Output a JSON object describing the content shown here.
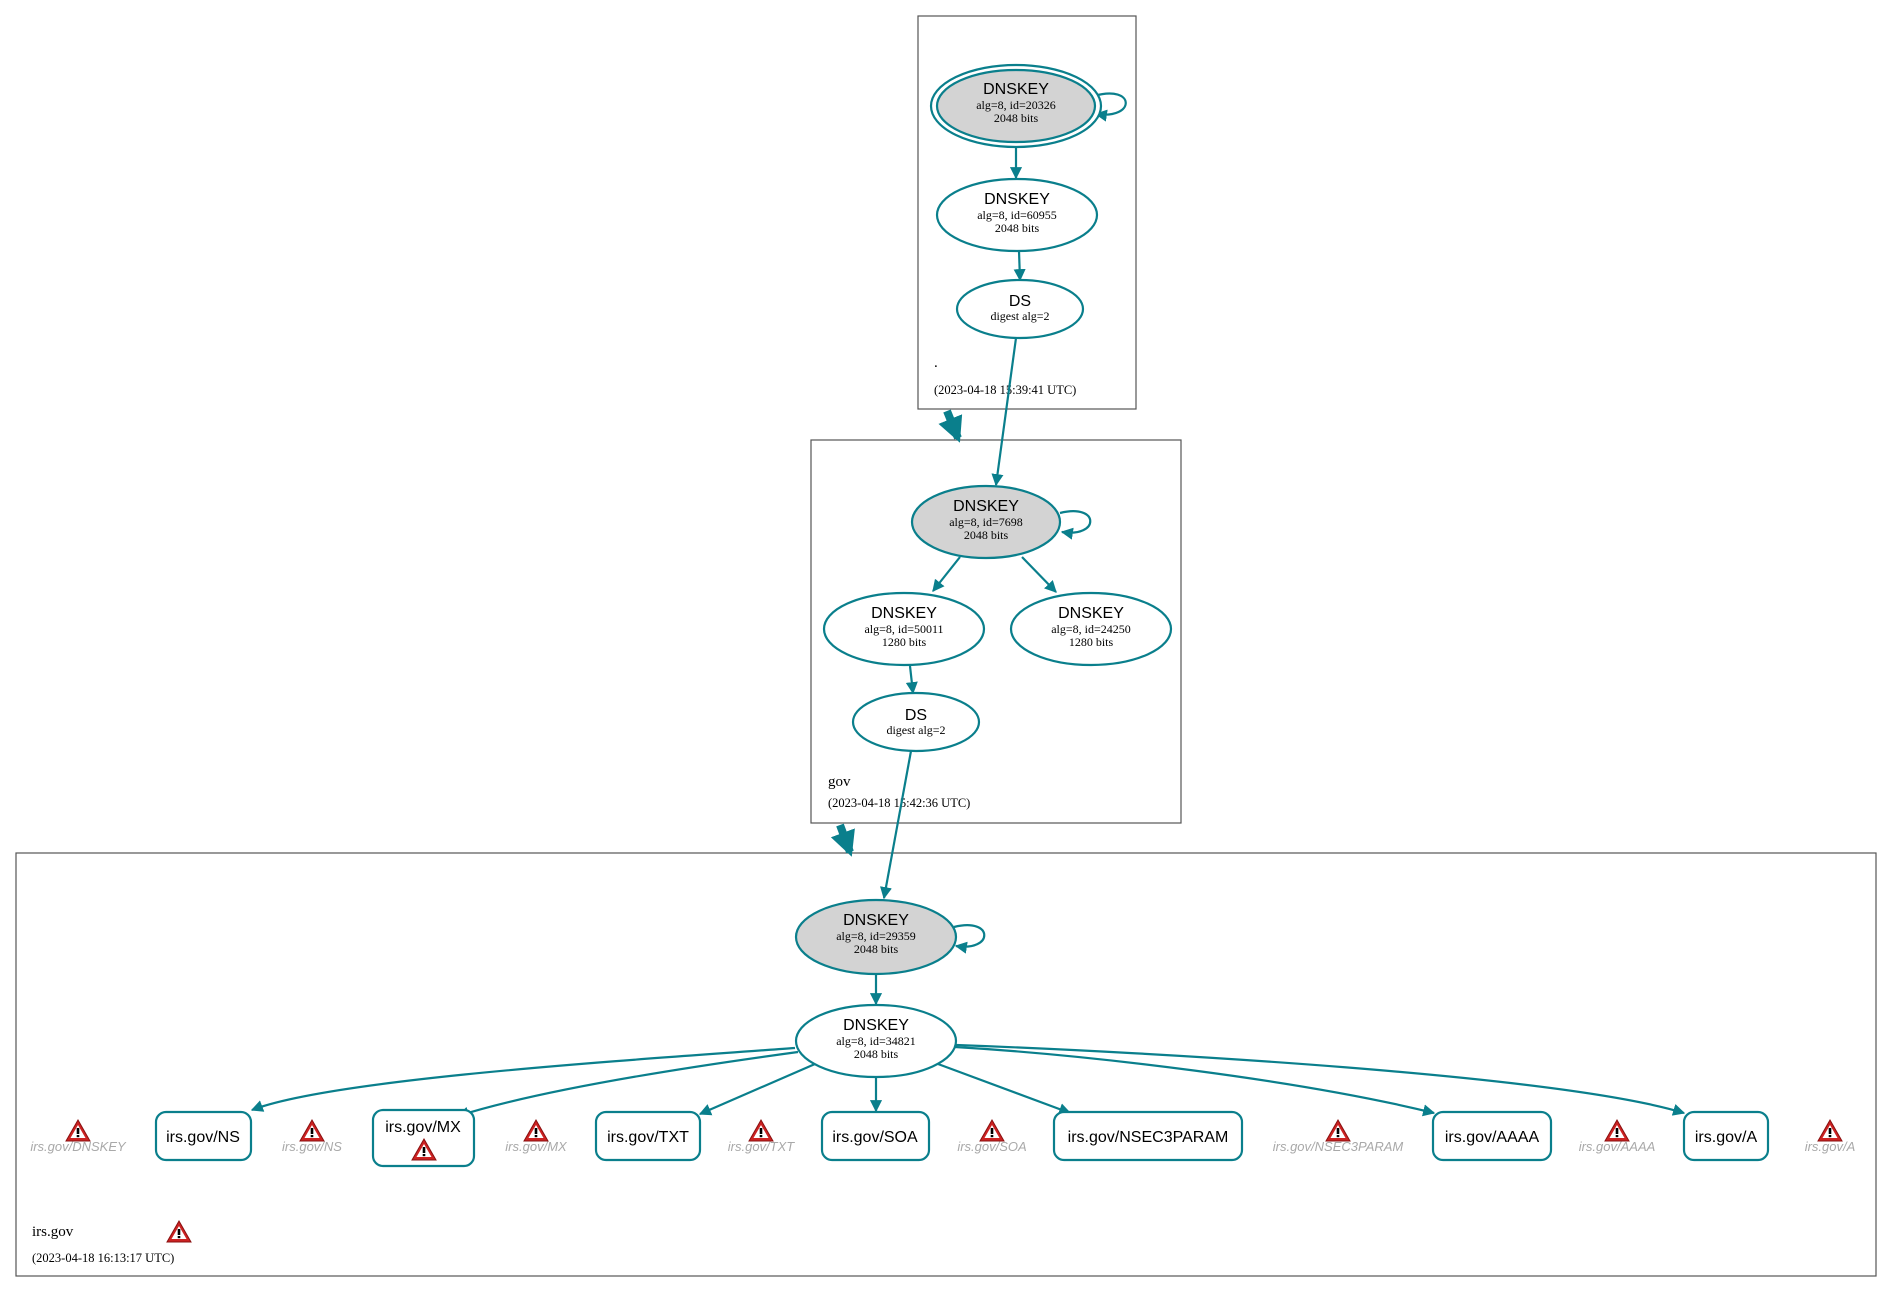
{
  "zones": {
    "root": {
      "name": ".",
      "time": "(2023-04-18 15:39:41 UTC)"
    },
    "gov": {
      "name": "gov",
      "time": "(2023-04-18 15:42:36 UTC)"
    },
    "irs": {
      "name": "irs.gov",
      "time": "(2023-04-18 16:13:17 UTC)"
    }
  },
  "nodes": {
    "root_ksk": {
      "type": "DNSKEY",
      "l1": "alg=8, id=20326",
      "l2": "2048 bits"
    },
    "root_zsk": {
      "type": "DNSKEY",
      "l1": "alg=8, id=60955",
      "l2": "2048 bits"
    },
    "root_ds": {
      "type": "DS",
      "l1": "digest alg=2"
    },
    "gov_ksk": {
      "type": "DNSKEY",
      "l1": "alg=8, id=7698",
      "l2": "2048 bits"
    },
    "gov_zsk1": {
      "type": "DNSKEY",
      "l1": "alg=8, id=50011",
      "l2": "1280 bits"
    },
    "gov_zsk2": {
      "type": "DNSKEY",
      "l1": "alg=8, id=24250",
      "l2": "1280 bits"
    },
    "gov_ds": {
      "type": "DS",
      "l1": "digest alg=2"
    },
    "irs_ksk": {
      "type": "DNSKEY",
      "l1": "alg=8, id=29359",
      "l2": "2048 bits"
    },
    "irs_zsk": {
      "type": "DNSKEY",
      "l1": "alg=8, id=34821",
      "l2": "2048 bits"
    }
  },
  "rrsets": {
    "ns": "irs.gov/NS",
    "mx": "irs.gov/MX",
    "txt": "irs.gov/TXT",
    "soa": "irs.gov/SOA",
    "nsec3param": "irs.gov/NSEC3PARAM",
    "aaaa": "irs.gov/AAAA",
    "a": "irs.gov/A"
  },
  "ghosts": {
    "dnskey": "irs.gov/DNSKEY",
    "ns": "irs.gov/NS",
    "mx": "irs.gov/MX",
    "txt": "irs.gov/TXT",
    "soa": "irs.gov/SOA",
    "nsec3param": "irs.gov/NSEC3PARAM",
    "aaaa": "irs.gov/AAAA",
    "a": "irs.gov/A"
  },
  "colors": {
    "edge": "#0a7f8c",
    "ksk_fill": "#d3d3d3",
    "warning": "#cc2222",
    "ghost_text": "#a9a9a9"
  }
}
